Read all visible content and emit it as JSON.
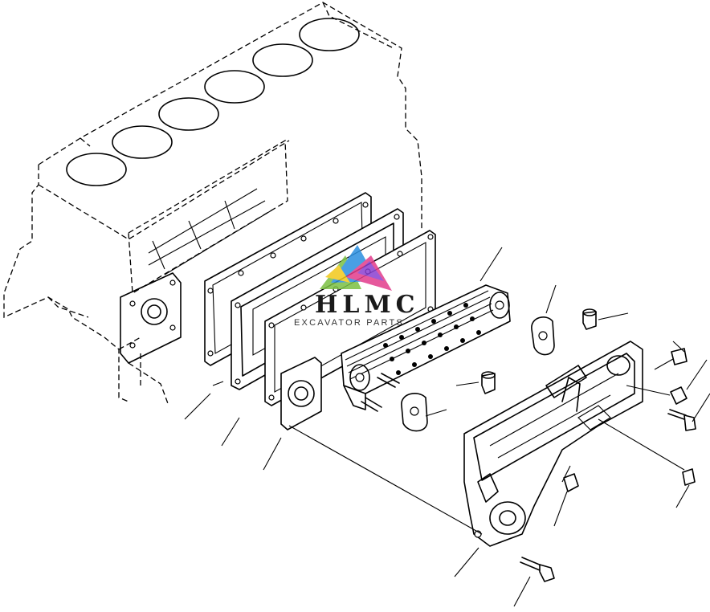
{
  "watermark": {
    "brand": "HLMC",
    "tagline": "EXCAVATOR PARTS",
    "colors": [
      "#e23c8b",
      "#2a8fe0",
      "#f2c81b",
      "#7bc043",
      "#8a3fd1"
    ]
  },
  "parts": [
    "cylinder-block",
    "cover-gasket",
    "cooler-cover-plate",
    "element-gasket",
    "oil-cooler-element",
    "o-ring",
    "oil-filter-head",
    "flange-gasket",
    "plugs",
    "bolts"
  ]
}
